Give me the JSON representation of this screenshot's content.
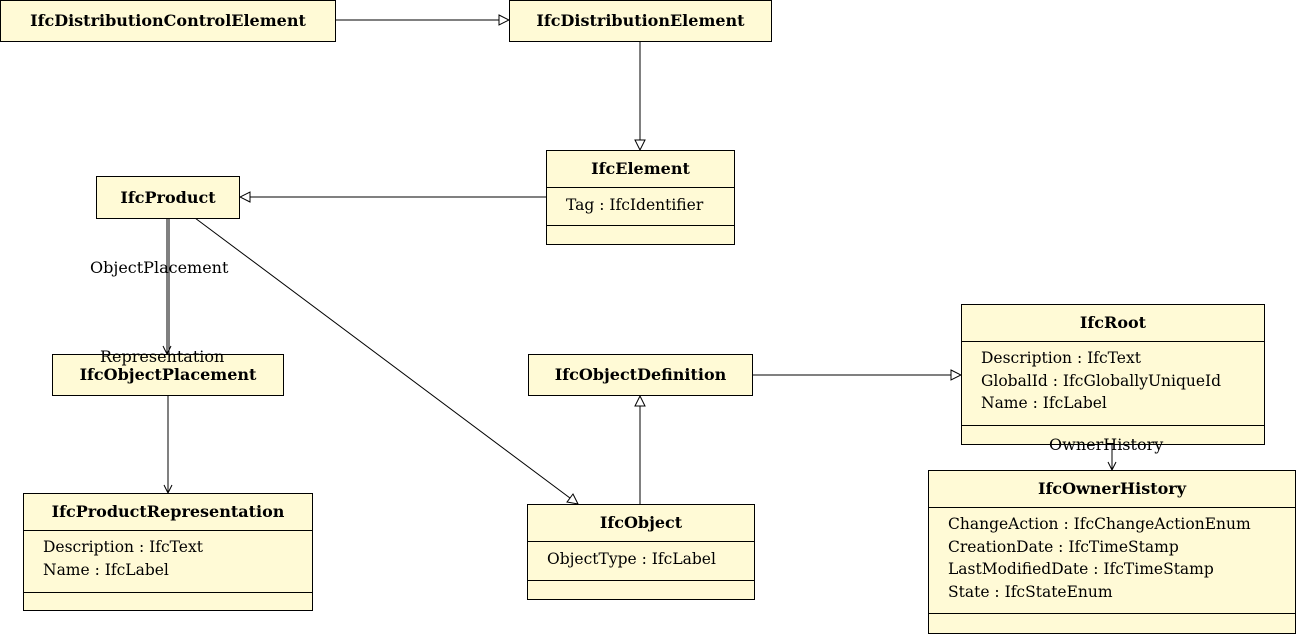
{
  "classes": {
    "dist_control": {
      "name": "IfcDistributionControlElement"
    },
    "dist_element": {
      "name": "IfcDistributionElement"
    },
    "element": {
      "name": "IfcElement",
      "attributes": [
        "Tag : IfcIdentifier"
      ]
    },
    "product": {
      "name": "IfcProduct"
    },
    "object_placement": {
      "name": "IfcObjectPlacement"
    },
    "product_representation": {
      "name": "IfcProductRepresentation",
      "attributes": [
        "Description : IfcText",
        "Name : IfcLabel"
      ]
    },
    "object_definition": {
      "name": "IfcObjectDefinition"
    },
    "object": {
      "name": "IfcObject",
      "attributes": [
        "ObjectType : IfcLabel"
      ]
    },
    "root": {
      "name": "IfcRoot",
      "attributes": [
        "Description : IfcText",
        "GlobalId : IfcGloballyUniqueId",
        "Name : IfcLabel"
      ]
    },
    "owner_history": {
      "name": "IfcOwnerHistory",
      "attributes": [
        "ChangeAction : IfcChangeActionEnum",
        "CreationDate : IfcTimeStamp",
        "LastModifiedDate : IfcTimeStamp",
        "State : IfcStateEnum"
      ]
    }
  },
  "associations": {
    "object_placement": "ObjectPlacement",
    "representation": "Representation",
    "owner_history": "OwnerHistory"
  }
}
